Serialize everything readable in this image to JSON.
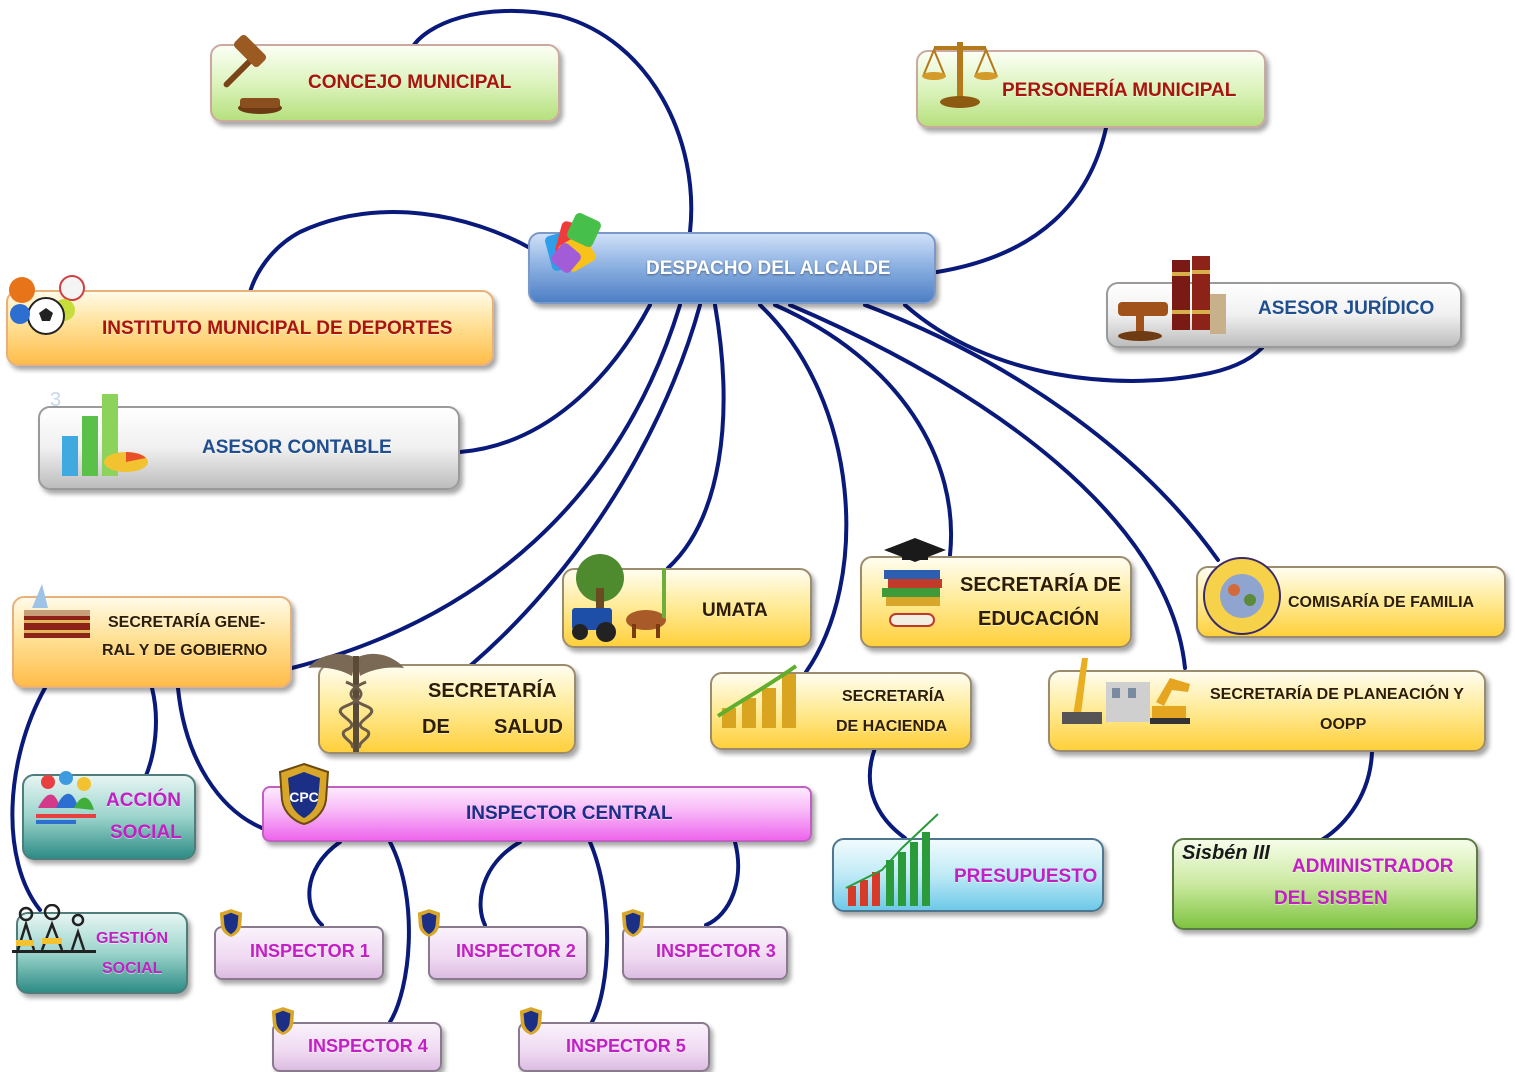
{
  "colors": {
    "connector": "#0a1a7a",
    "red_text": "#a8150f",
    "blue_text": "#1f4f8f",
    "white_text": "#ffffff",
    "dark_text": "#2d1d05",
    "magenta_text": "#c21fc4",
    "navy_text": "#1b2f86"
  },
  "nodes": {
    "despacho": "DESPACHO DEL ALCALDE",
    "concejo": "CONCEJO MUNICIPAL",
    "personeria": "PERSONERÍA MUNICIPAL",
    "deportes": "INSTITUTO MUNICIPAL DE DEPORTES",
    "juridico": "ASESOR JURÍDICO",
    "contable": "ASESOR CONTABLE",
    "sec_general_1": "SECRETARÍA GENE-",
    "sec_general_2": "RAL Y DE GOBIERNO",
    "salud_1": "SECRETARÍA",
    "salud_2a": "DE",
    "salud_2b": "SALUD",
    "umata": "UMATA",
    "hacienda_1": "SECRETARÍA",
    "hacienda_2": "DE HACIENDA",
    "educacion_1": "SECRETARÍA DE",
    "educacion_2": "EDUCACIÓN",
    "comisaria": "COMISARÍA DE FAMILIA",
    "planeacion_1": "SECRETARÍA DE PLANEACIÓN Y",
    "planeacion_2": "OOPP",
    "accion_1": "ACCIÓN",
    "accion_2": "SOCIAL",
    "gestion_1": "GESTIÓN",
    "gestion_2": "SOCIAL",
    "inspector_central": "INSPECTOR CENTRAL",
    "inspector_1": "INSPECTOR 1",
    "inspector_2": "INSPECTOR 2",
    "inspector_3": "INSPECTOR 3",
    "inspector_4": "INSPECTOR 4",
    "inspector_5": "INSPECTOR 5",
    "presupuesto": "PRESUPUESTO",
    "sisben_logo": "Sisbén III",
    "sisben_1": "ADMINISTRADOR",
    "sisben_2": "DEL SISBEN"
  }
}
